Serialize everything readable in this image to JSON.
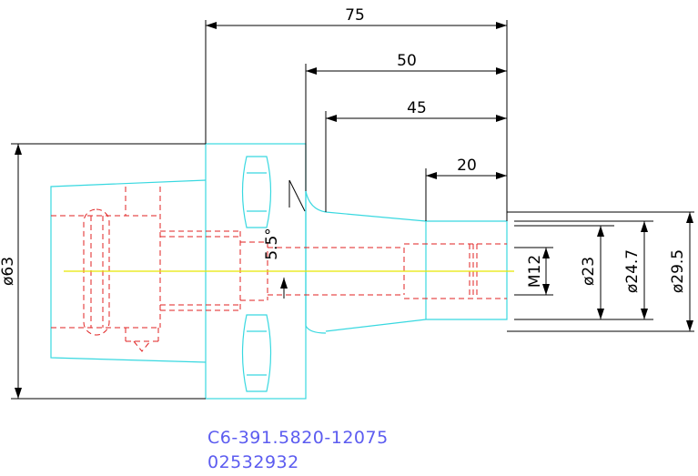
{
  "drawing": {
    "dimensions": {
      "overall_length": "75",
      "length_50": "50",
      "length_45": "45",
      "length_20": "20",
      "flange_diameter": "ø63",
      "taper_angle": "5.5°",
      "thread": "M12",
      "bore_diameter": "ø23",
      "taper_small_diameter": "ø24.7",
      "taper_large_diameter": "ø29.5"
    },
    "part_number": "C6-391.5820-12075",
    "order_number": "02532932"
  },
  "colors": {
    "outline": "#38d8e0",
    "hidden": "#e02020",
    "centerline": "#e8e800",
    "dimension": "#000000",
    "text_blue": "#5c5cf0"
  }
}
